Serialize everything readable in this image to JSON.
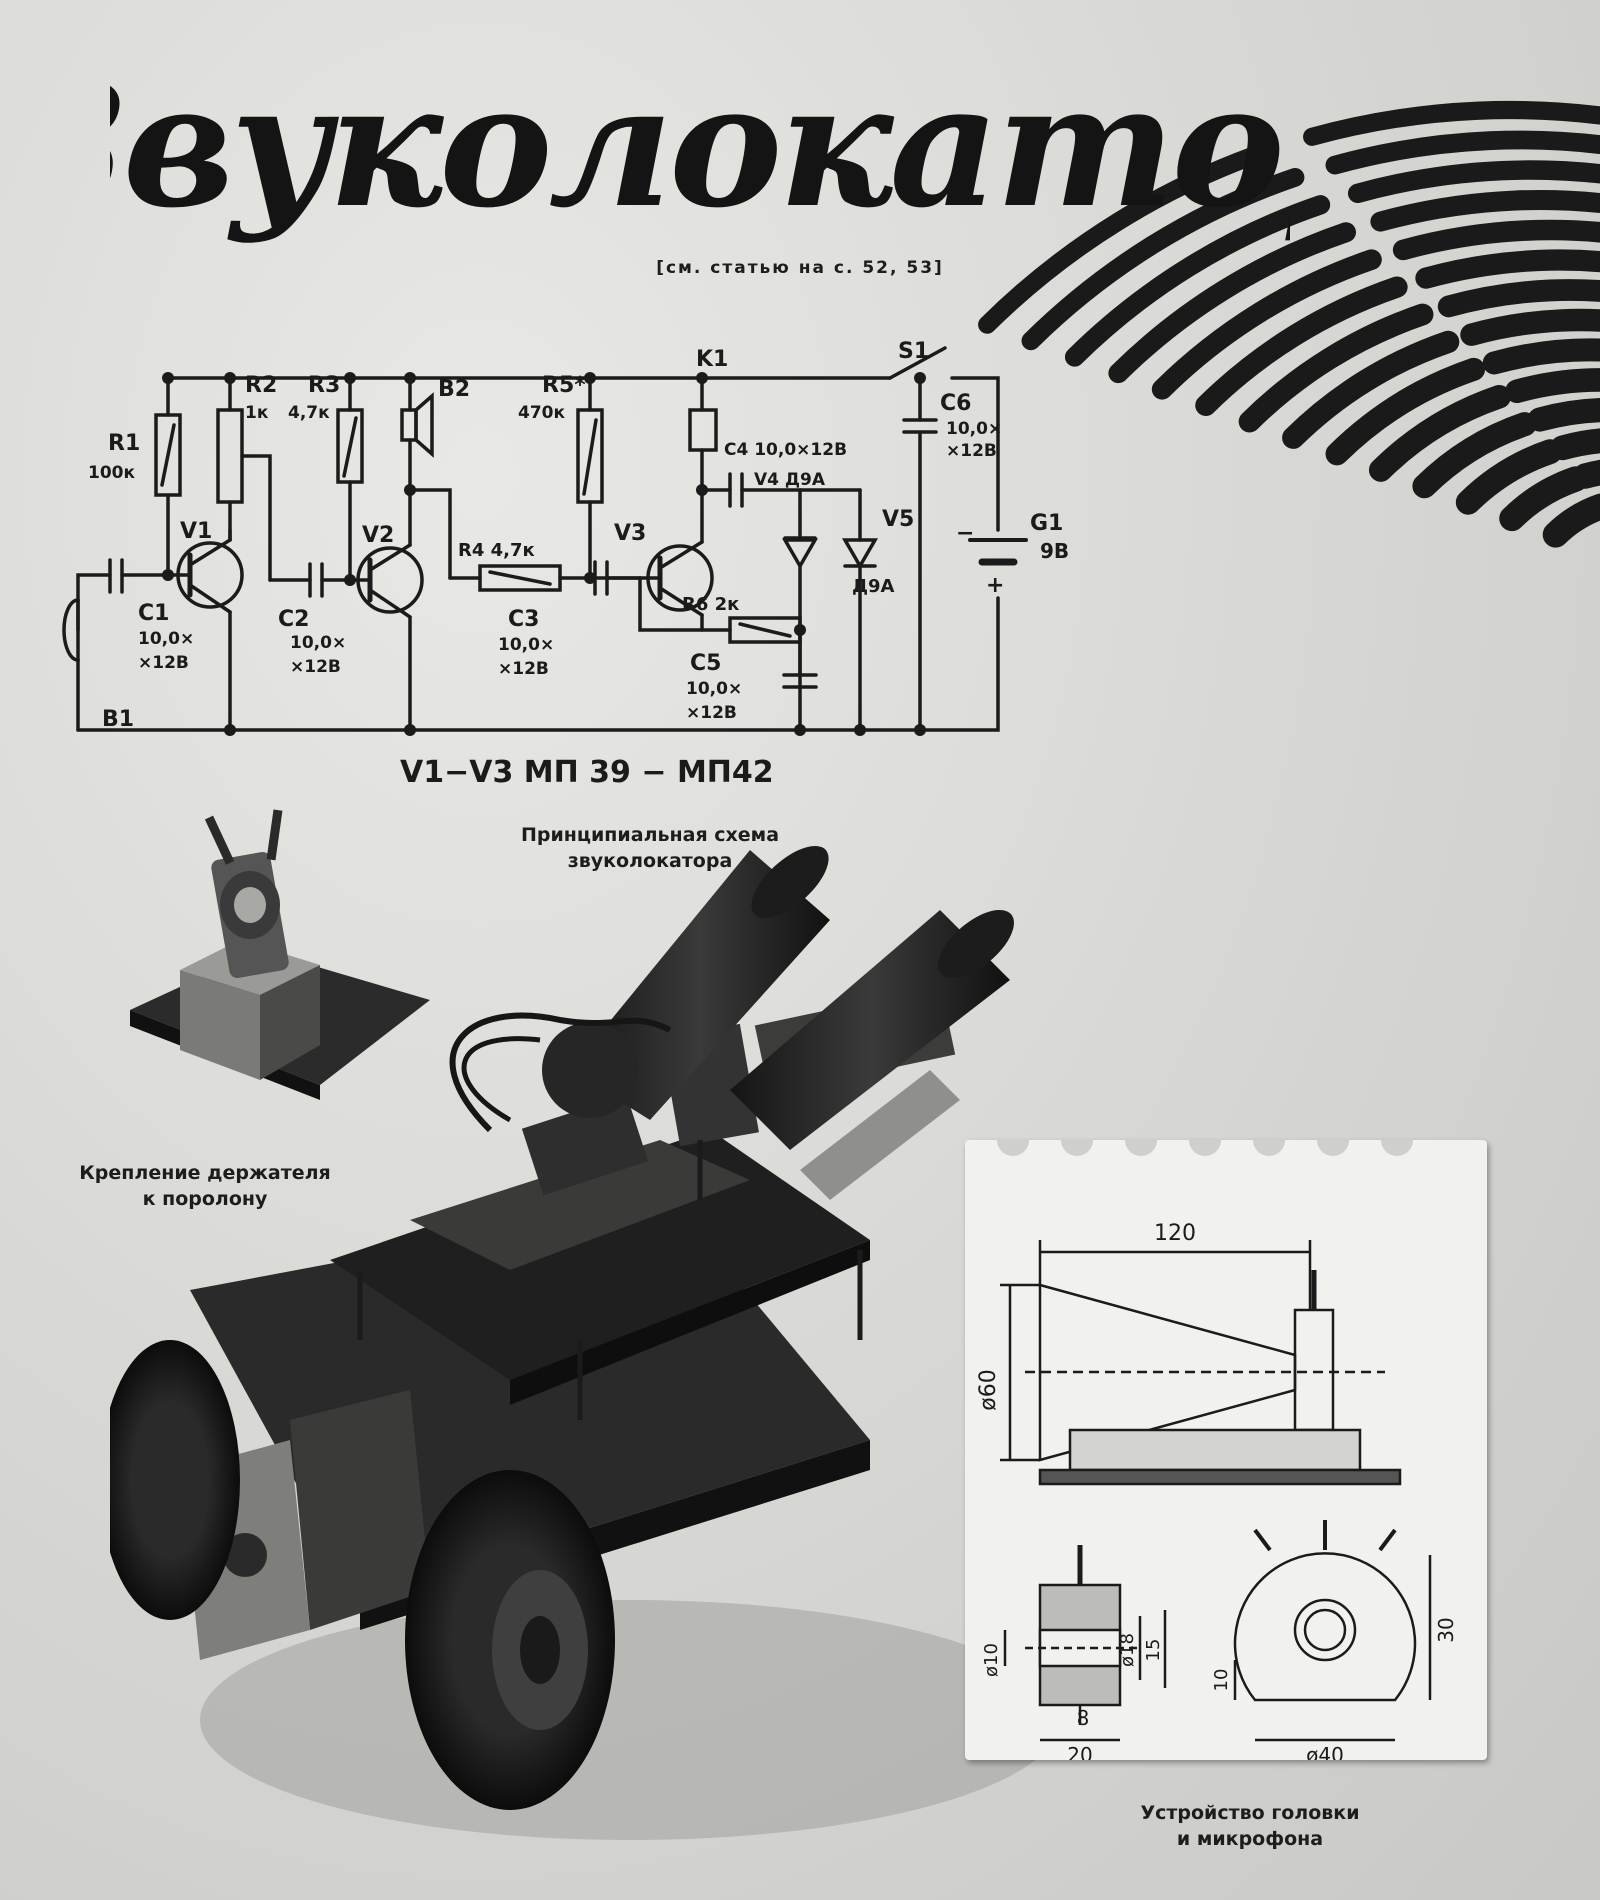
{
  "title": "Звуколокатор",
  "subtitle": "[см. статью на с. 52, 53]",
  "captions": {
    "schematic_line1": "Принципиальная схема",
    "schematic_line2": "звуколокатора",
    "holder_line1": "Крепление держателя",
    "holder_line2": "к поролону",
    "head_line1": "Устройство головки",
    "head_line2": "и микрофона"
  },
  "schematic": {
    "s1": "S1",
    "r1": "R1",
    "r1_val": "100к",
    "r2": "R2",
    "r2_val": "1к",
    "r3": "R3",
    "r3_val": "4,7к",
    "b2": "B2",
    "r5": "R5*",
    "r5_val": "470к",
    "k1": "K1",
    "c4": "C4 10,0×12В",
    "c6": "C6",
    "c6_val1": "10,0×",
    "c6_val2": "×12В",
    "v4": "V4 Д9А",
    "v1": "V1",
    "v2": "V2",
    "v3": "V3",
    "g1": "G1",
    "g1_val": "9В",
    "c1": "C1",
    "c1_val1": "10,0×",
    "c1_val2": "×12В",
    "c2": "C2",
    "c2_val1": "10,0×",
    "c2_val2": "×12В",
    "r4": "R4 4,7к",
    "c3": "C3",
    "c3_val1": "10,0×",
    "c3_val2": "×12В",
    "r6": "R6 2к",
    "v5": "V5",
    "v5_val": "Д9А",
    "c5": "C5",
    "c5_val1": "10,0×",
    "c5_val2": "×12В",
    "b1": "B1",
    "transistors": "V1−V3  МП 39 − МП42",
    "plus": "+",
    "minus": "−"
  },
  "dimensions": {
    "horn_length": "120",
    "horn_diameter": "ø60",
    "mic_d10": "ø10",
    "mic_d18": "ø18",
    "mic_15": "15",
    "mic_8": "8",
    "mic_20": "20",
    "head_10": "10",
    "head_30": "30",
    "head_d40": "ø40"
  }
}
